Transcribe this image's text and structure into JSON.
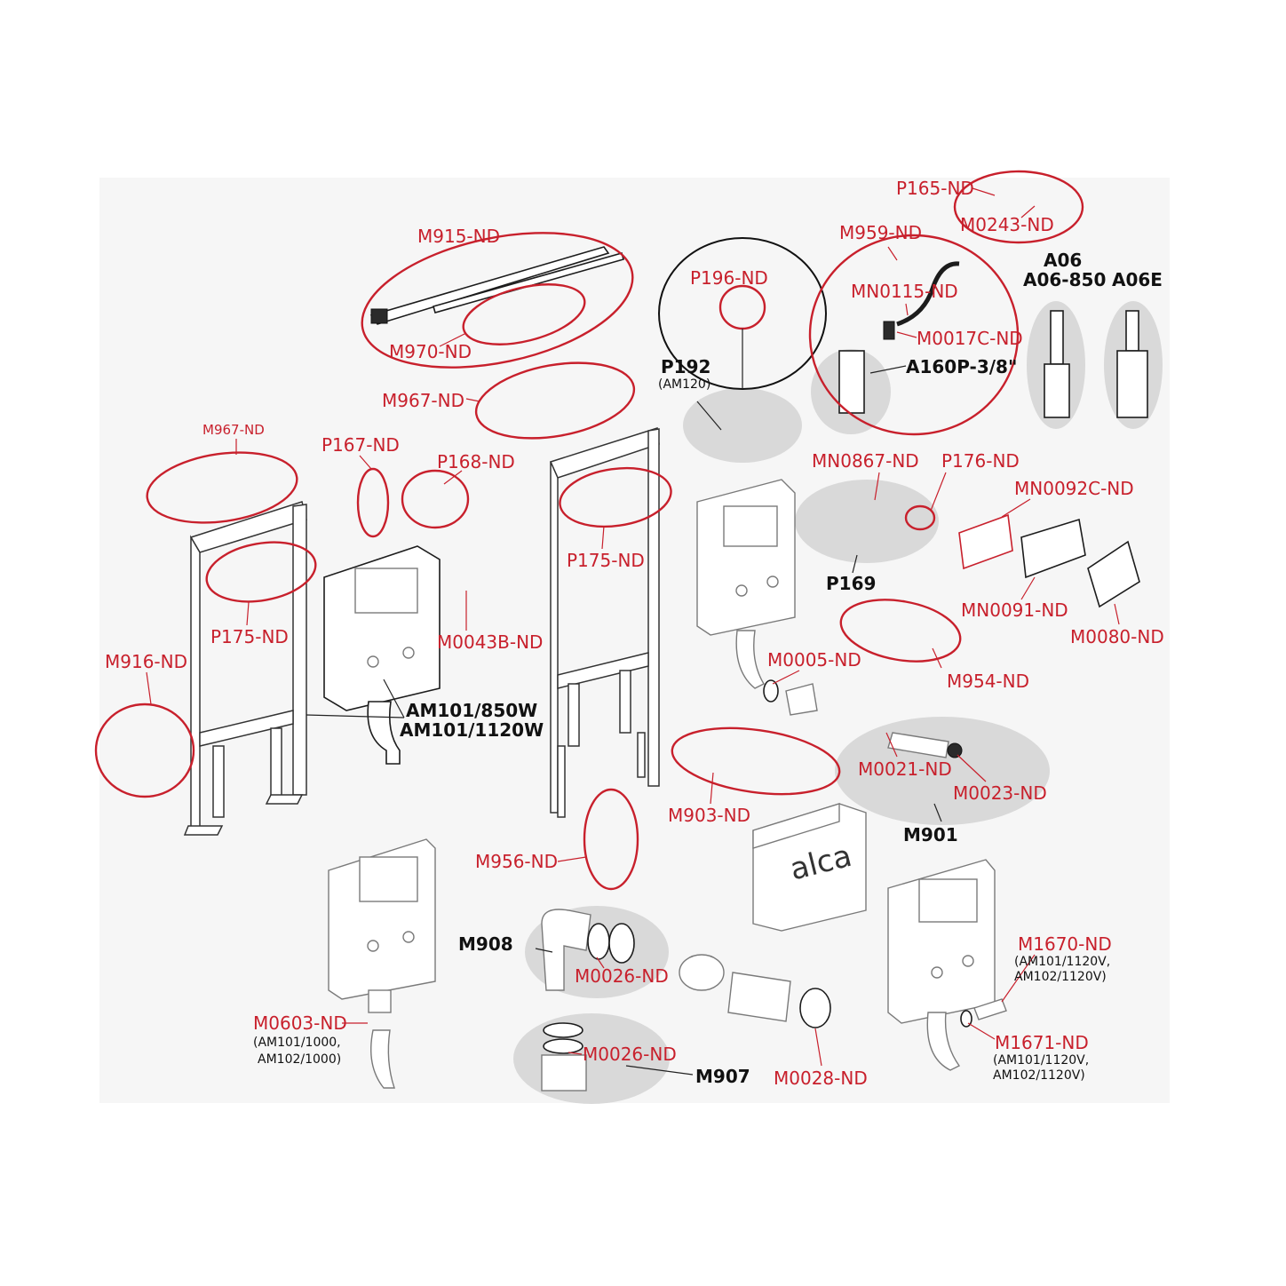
{
  "diagram": {
    "brand_logo": "alca",
    "labels": {
      "m915": "M915-ND",
      "m970": "M970-ND",
      "m967_top": "M967-ND",
      "m967_left": "M967-ND",
      "p196": "P196-ND",
      "p192": "P192",
      "p192_note": "(AM120)",
      "p165": "P165-ND",
      "m0243": "M0243-ND",
      "m959": "M959-ND",
      "mn0115": "MN0115-ND",
      "m0017c": "M0017C-ND",
      "a160p": "A160P-3/8\"",
      "a06": "A06",
      "a06_850": "A06-850",
      "a06e": "A06E",
      "p167": "P167-ND",
      "p168": "P168-ND",
      "p175_left": "P175-ND",
      "p175_mid": "P175-ND",
      "m0043b": "M0043B-ND",
      "mn0867": "MN0867-ND",
      "p176": "P176-ND",
      "mn0092c": "MN0092C-ND",
      "p169": "P169",
      "mn0091": "MN0091-ND",
      "m0080": "M0080-ND",
      "m916": "M916-ND",
      "am101_850w": "AM101/850W",
      "am101_1120w": "AM101/1120W",
      "m0005": "M0005-ND",
      "m954": "M954-ND",
      "m0021": "M0021-ND",
      "m0023": "M0023-ND",
      "m903": "M903-ND",
      "m901": "M901",
      "m956": "M956-ND",
      "m908": "M908",
      "m0026_a": "M0026-ND",
      "m0026_b": "M0026-ND",
      "m907": "M907",
      "m0028": "M0028-ND",
      "m0603": "M0603-ND",
      "m0603_note1": "(AM101/1000,",
      "m0603_note2": "AM102/1000)",
      "m1670": "M1670-ND",
      "m1670_note1": "(AM101/1120V,",
      "m1670_note2": "AM102/1120V)",
      "m1671": "M1671-ND",
      "m1671_note1": "(AM101/1120V,",
      "m1671_note2": "AM102/1120V)"
    }
  },
  "colors": {
    "callout_red": "#c8202c",
    "ink": "#111111",
    "highlight_grey": "#d9d9d9",
    "background": "#f6f6f6"
  }
}
